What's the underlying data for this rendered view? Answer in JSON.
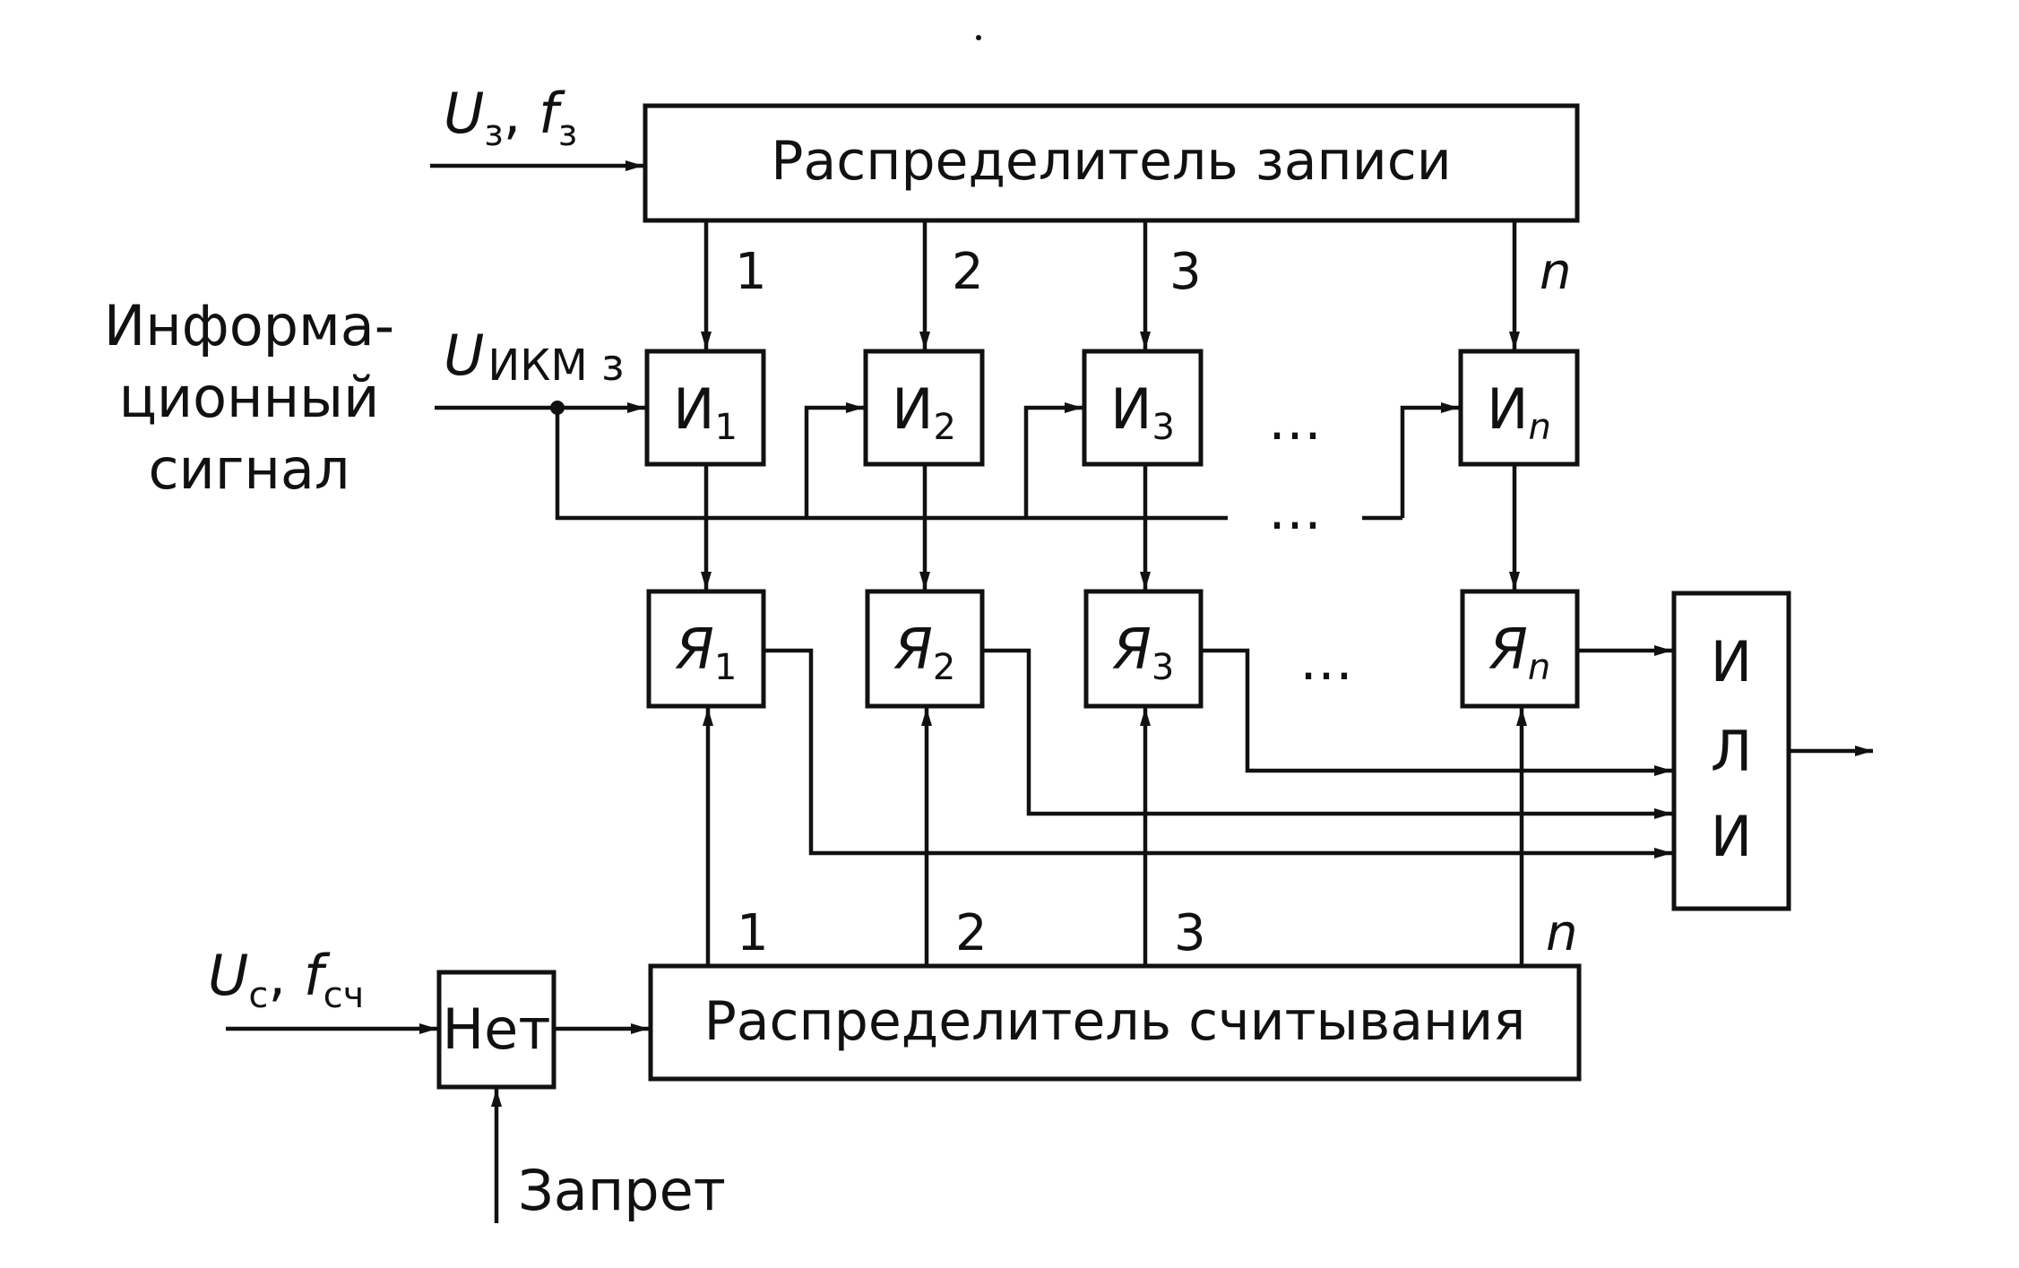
{
  "write_input": {
    "u": "U",
    "u_sub": "з",
    "sep": ", ",
    "f": "f",
    "f_sub": "з"
  },
  "write_distributor": "Распределитель записи",
  "read_distributor": "Распределитель считывания",
  "info_signal": {
    "line1": "Информа-",
    "line2": "ционный",
    "line3": "сигнал"
  },
  "ikm_input": {
    "u": "U",
    "sub": "ИКМ з"
  },
  "read_input": {
    "u": "U",
    "u_sub": "с",
    "sep": ", ",
    "f": "f",
    "f_sub": "сч"
  },
  "not_gate": "Нет",
  "inhibit": "Запрет",
  "or_gate": {
    "l1": "И",
    "l2": "Л",
    "l3": "И"
  },
  "and_gates": [
    {
      "base": "И",
      "sub": "1"
    },
    {
      "base": "И",
      "sub": "2"
    },
    {
      "base": "И",
      "sub": "3"
    },
    {
      "base": "И",
      "sub": "n"
    }
  ],
  "cells": [
    {
      "base": "Я",
      "sub": "1"
    },
    {
      "base": "Я",
      "sub": "2"
    },
    {
      "base": "Я",
      "sub": "3"
    },
    {
      "base": "Я",
      "sub": "n"
    }
  ],
  "write_outputs": [
    "1",
    "2",
    "3",
    "n"
  ],
  "read_outputs": [
    "1",
    "2",
    "3",
    "n"
  ],
  "ellipsis": "…"
}
